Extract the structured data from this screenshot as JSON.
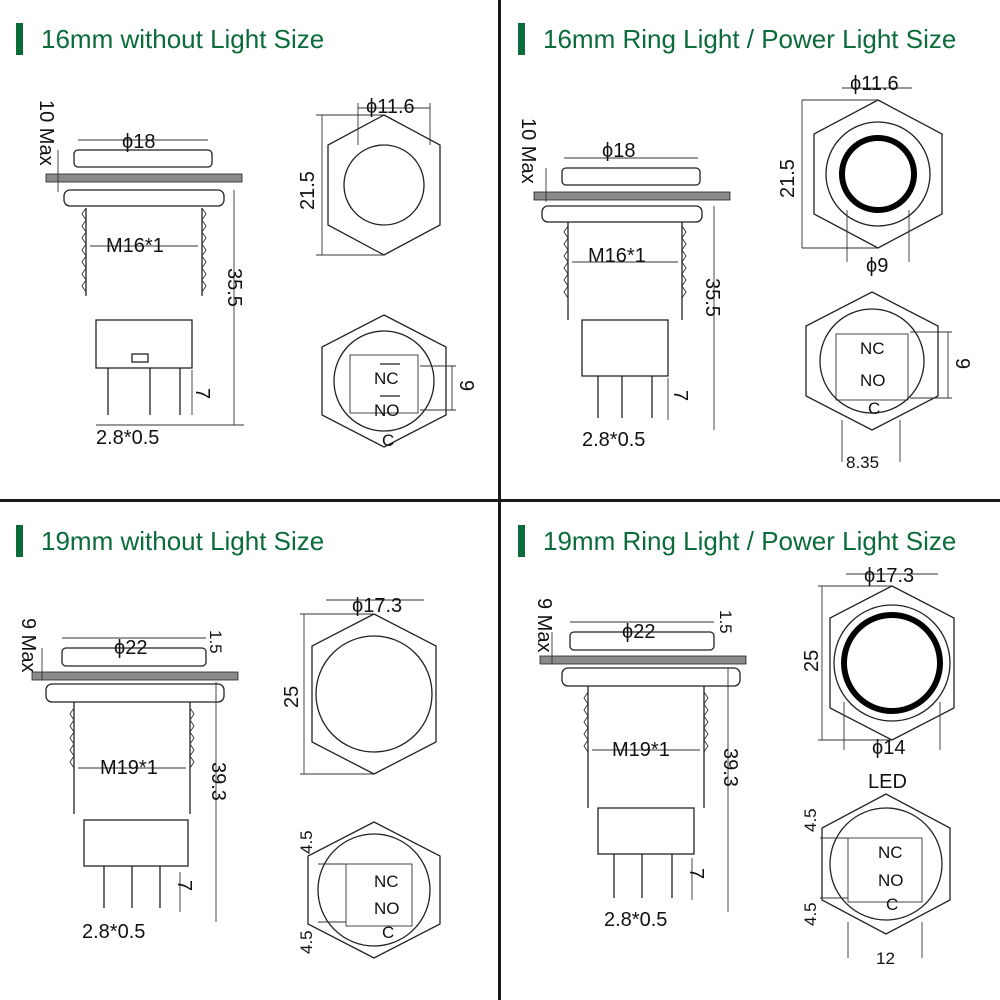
{
  "panels": [
    {
      "title": "16mm without Light Size",
      "labels": {
        "max": "10 Max",
        "head_dia": "ϕ18",
        "thread": "M16*1",
        "length": "35.5",
        "pin_len": "7",
        "pin_size": "2.8*0.5",
        "top_dia": "ϕ11.6",
        "hex_height": "21.5",
        "nc": "NC",
        "no": "NO",
        "c": "C",
        "pin_span": "9"
      }
    },
    {
      "title": "16mm Ring Light / Power Light Size",
      "labels": {
        "max": "10 Max",
        "head_dia": "ϕ18",
        "thread": "M16*1",
        "length": "35.5",
        "pin_len": "7",
        "pin_size": "2.8*0.5",
        "top_dia": "ϕ11.6",
        "hex_height": "21.5",
        "ring_dia": "ϕ9",
        "nc": "NC",
        "no": "NO",
        "c": "C",
        "pin_span": "9",
        "bottom_width": "8.35"
      }
    },
    {
      "title": "19mm without Light Size",
      "labels": {
        "max": "9 Max",
        "head_dia": "ϕ22",
        "head_h": "1.5",
        "thread": "M19*1",
        "length": "39.3",
        "pin_len": "7",
        "pin_size": "2.8*0.5",
        "top_dia": "ϕ17.3",
        "hex_height": "25",
        "nc": "NC",
        "no": "NO",
        "c": "C",
        "sp1": "4.5",
        "sp2": "4.5"
      }
    },
    {
      "title": "19mm Ring Light / Power Light Size",
      "labels": {
        "max": "9 Max",
        "head_dia": "ϕ22",
        "head_h": "1.5",
        "thread": "M19*1",
        "length": "39.3",
        "pin_len": "7",
        "pin_size": "2.8*0.5",
        "top_dia": "ϕ17.3",
        "hex_height": "25",
        "ring_dia": "ϕ14",
        "led": "LED",
        "nc": "NC",
        "no": "NO",
        "c": "C",
        "sp1": "4.5",
        "sp2": "4.5",
        "bottom_width": "12"
      }
    }
  ],
  "colors": {
    "title": "#0b6b3a",
    "line": "#222222",
    "panel_gray": "#8a8a8a"
  }
}
